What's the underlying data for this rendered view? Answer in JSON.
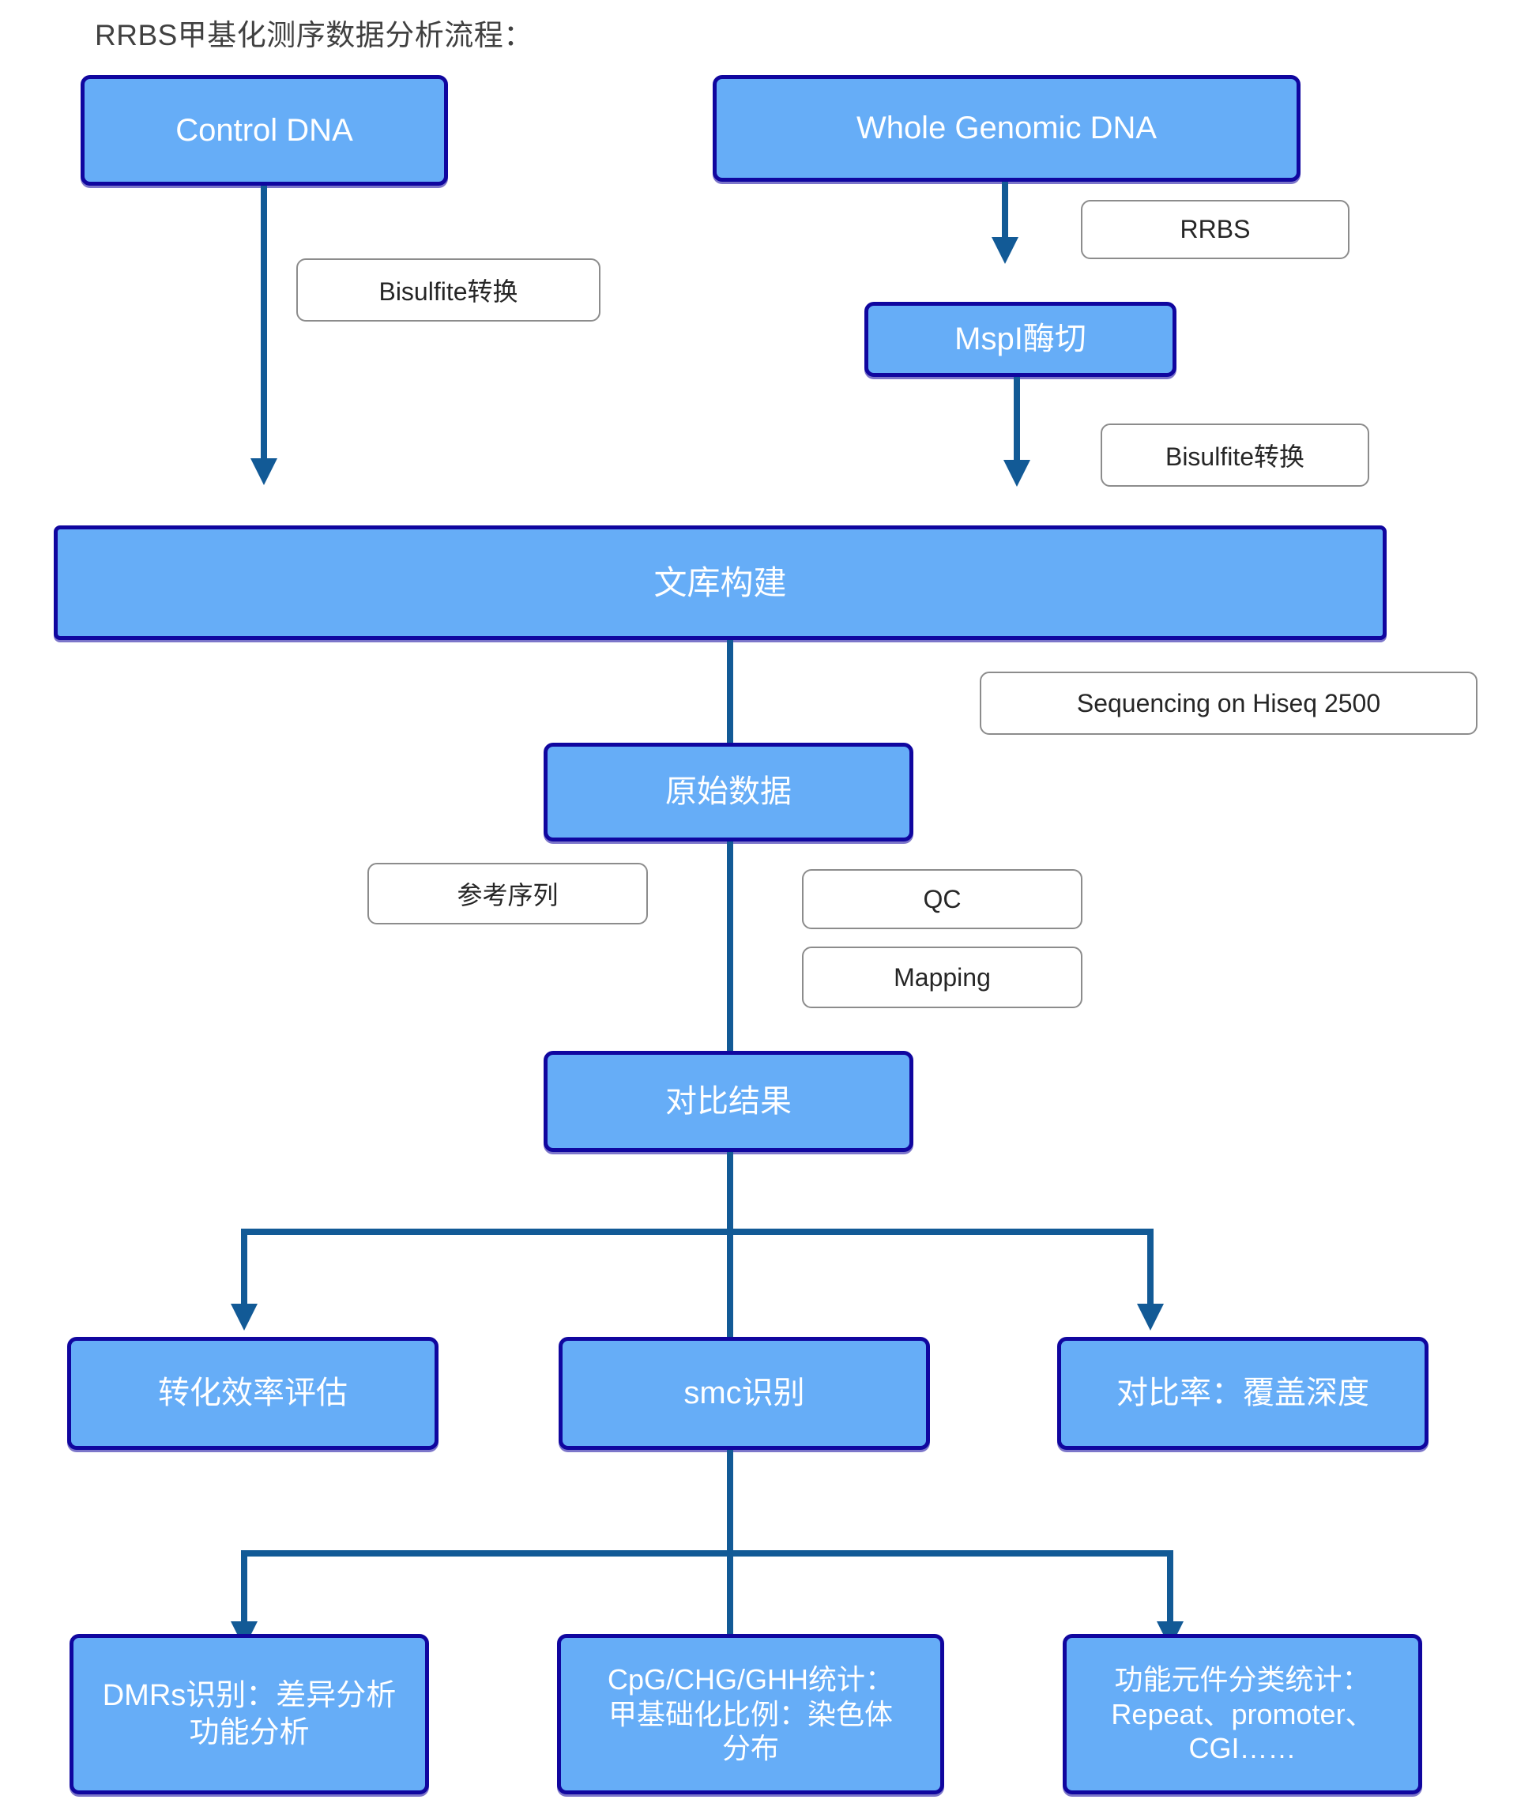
{
  "title": "RRBS甲基化测序数据分析流程：",
  "colors": {
    "node_fill": "#66adf7",
    "node_border": "#10069f",
    "node_text": "#ffffff",
    "label_border": "#8c8c8c",
    "label_text": "#262626",
    "connector": "#125a96",
    "title_text": "#404040",
    "background": "#ffffff"
  },
  "nodes": {
    "control_dna": "Control DNA",
    "whole_genomic_dna": "Whole Genomic DNA",
    "mspi": "MspI酶切",
    "library": "文库构建",
    "raw_data": "原始数据",
    "align_result": "对比结果",
    "conversion_eff": "转化效率评估",
    "smc": "smc识别",
    "align_rate": "对比率：覆盖深度",
    "dmrs": [
      "DMRs识别：差异分析",
      "功能分析"
    ],
    "cpg_stats": [
      "CpG/CHG/GHH统计：",
      "甲基础化比例：染色体",
      "分布"
    ],
    "func_elements": [
      "功能元件分类统计：",
      "Repeat、promoter、",
      "CGI……"
    ]
  },
  "labels": {
    "bisulfite_left": "Bisulfite转换",
    "rrbs": "RRBS",
    "bisulfite_right": "Bisulfite转换",
    "sequencing": "Sequencing on Hiseq 2500",
    "reference": "参考序列",
    "qc": "QC",
    "mapping": "Mapping"
  }
}
